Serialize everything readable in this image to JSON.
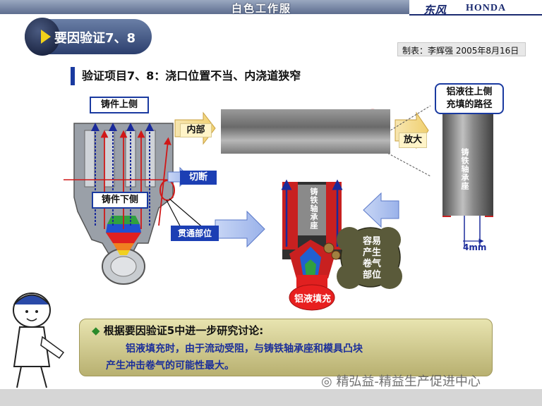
{
  "header": {
    "title": "白色工作服",
    "brand_cn": "东风",
    "brand_en": "HONDA"
  },
  "title": {
    "text": "要因验证7、8"
  },
  "meta": {
    "author_date": "制表：李辉强  2005年8月16日"
  },
  "subtitle": "验证项目7、8：浇口位置不当、内浇道狭窄",
  "labels": {
    "upper_side": "铸件上侧",
    "lower_side": "铸件下侧",
    "inner": "内部",
    "cut": "切断",
    "enlarge": "放大",
    "through": "贯通部位",
    "path_line1": "铝液往上侧",
    "path_line2": "充填的路径",
    "bearing_vertical": "铸铁轴承座",
    "bearing_vertical2": "铸铁轴承座",
    "easy_line1": "容易",
    "easy_line2": "产生",
    "easy_line3": "卷气",
    "easy_line4": "部位",
    "fill": "铝液填充",
    "dimension": "4mm"
  },
  "conclusion": {
    "heading": "根据要因验证5中进一步研究讨论:",
    "line1": "铝液填充时，由于流动受阻，与铸铁轴承座和模具凸块",
    "line2": "产生冲击卷气的可能性最大。"
  },
  "watermark": "精弘益-精益生产促进中心"
}
